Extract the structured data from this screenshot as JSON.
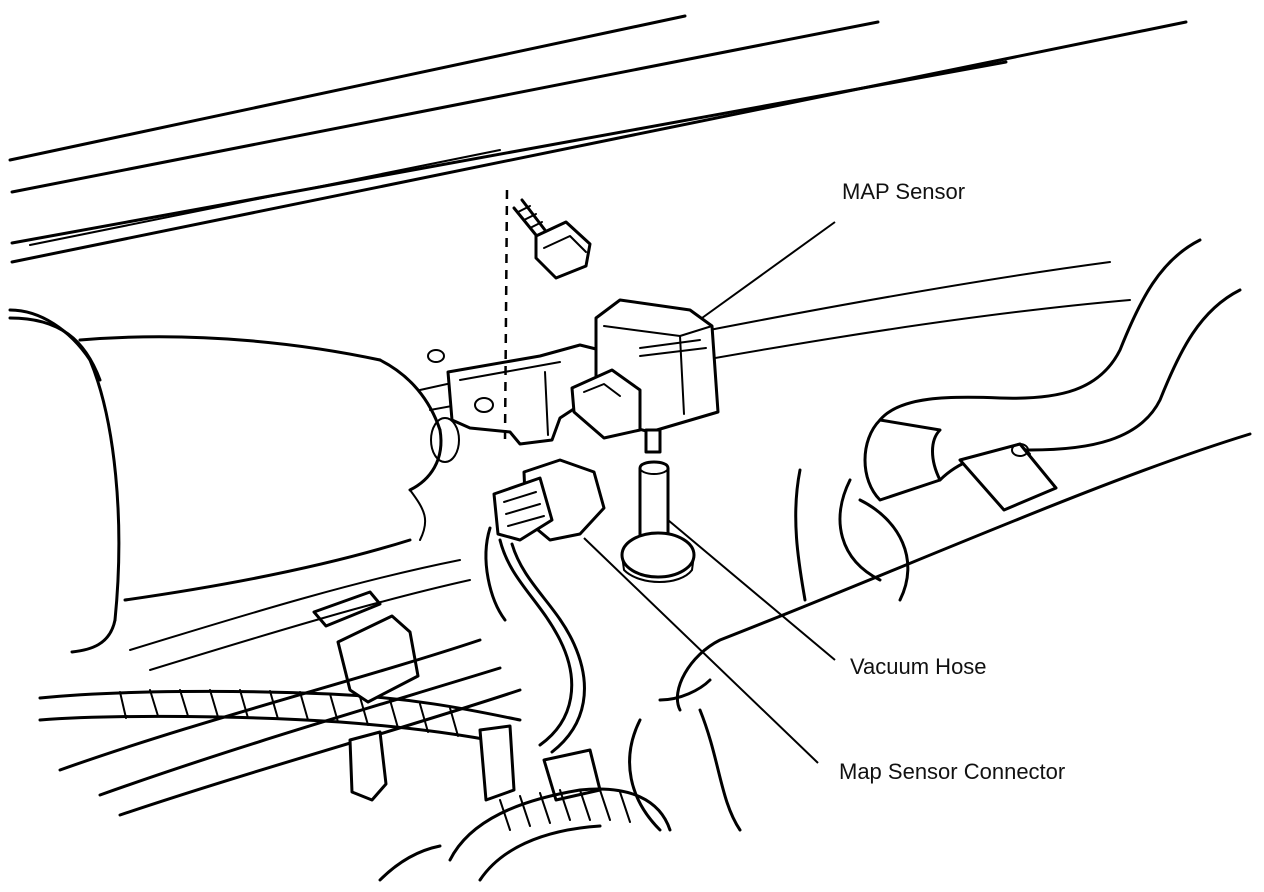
{
  "diagram": {
    "callouts": [
      {
        "id": "map-sensor",
        "text": "MAP Sensor"
      },
      {
        "id": "vacuum-hose",
        "text": "Vacuum Hose"
      },
      {
        "id": "map-sensor-connector",
        "text": "Map Sensor Connector"
      }
    ],
    "style": {
      "ink": "#000000",
      "paper": "#ffffff"
    }
  }
}
